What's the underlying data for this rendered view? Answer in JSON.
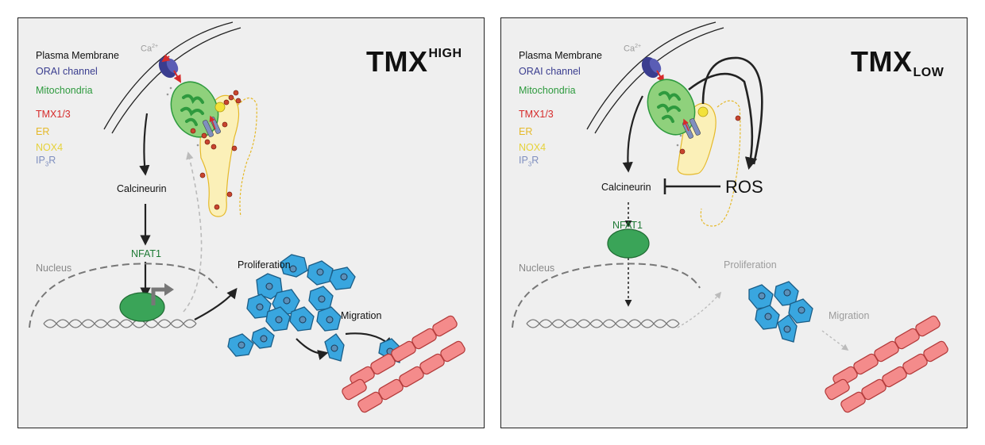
{
  "legend": {
    "plasma_membrane": "Plasma Membrane",
    "orai_channel": "ORAI channel",
    "mitochondria": "Mitochondria",
    "tmx": "TMX1/3",
    "er": "ER",
    "nox4": "NOX4",
    "ip3r_prefix": "IP",
    "ip3r_sub": "3",
    "ip3r_suffix": "R"
  },
  "colors": {
    "orai": "#3a3d8f",
    "mitochondria": "#2e9a3e",
    "tmx": "#d62b2b",
    "er": "#e5b92a",
    "nox4": "#e6d23a",
    "ip3r": "#7f8fbf",
    "nfat": "#1f7a35",
    "cell": "#39a6df",
    "muscle": "#ef7b7b"
  },
  "panels": {
    "high": {
      "title_main": "TMX",
      "title_sup": "HIGH",
      "ca": "Ca",
      "ca_sup": "2+",
      "calcineurin": "Calcineurin",
      "nfat1": "NFAT1",
      "nucleus": "Nucleus",
      "proliferation": "Proliferation",
      "migration": "Migration"
    },
    "low": {
      "title_main": "TMX",
      "title_sub": "LOW",
      "ca": "Ca",
      "ca_sup": "2+",
      "calcineurin": "Calcineurin",
      "ros": "ROS",
      "nfat1": "NFAT1",
      "nucleus": "Nucleus",
      "proliferation": "Proliferation",
      "migration": "Migration"
    }
  }
}
